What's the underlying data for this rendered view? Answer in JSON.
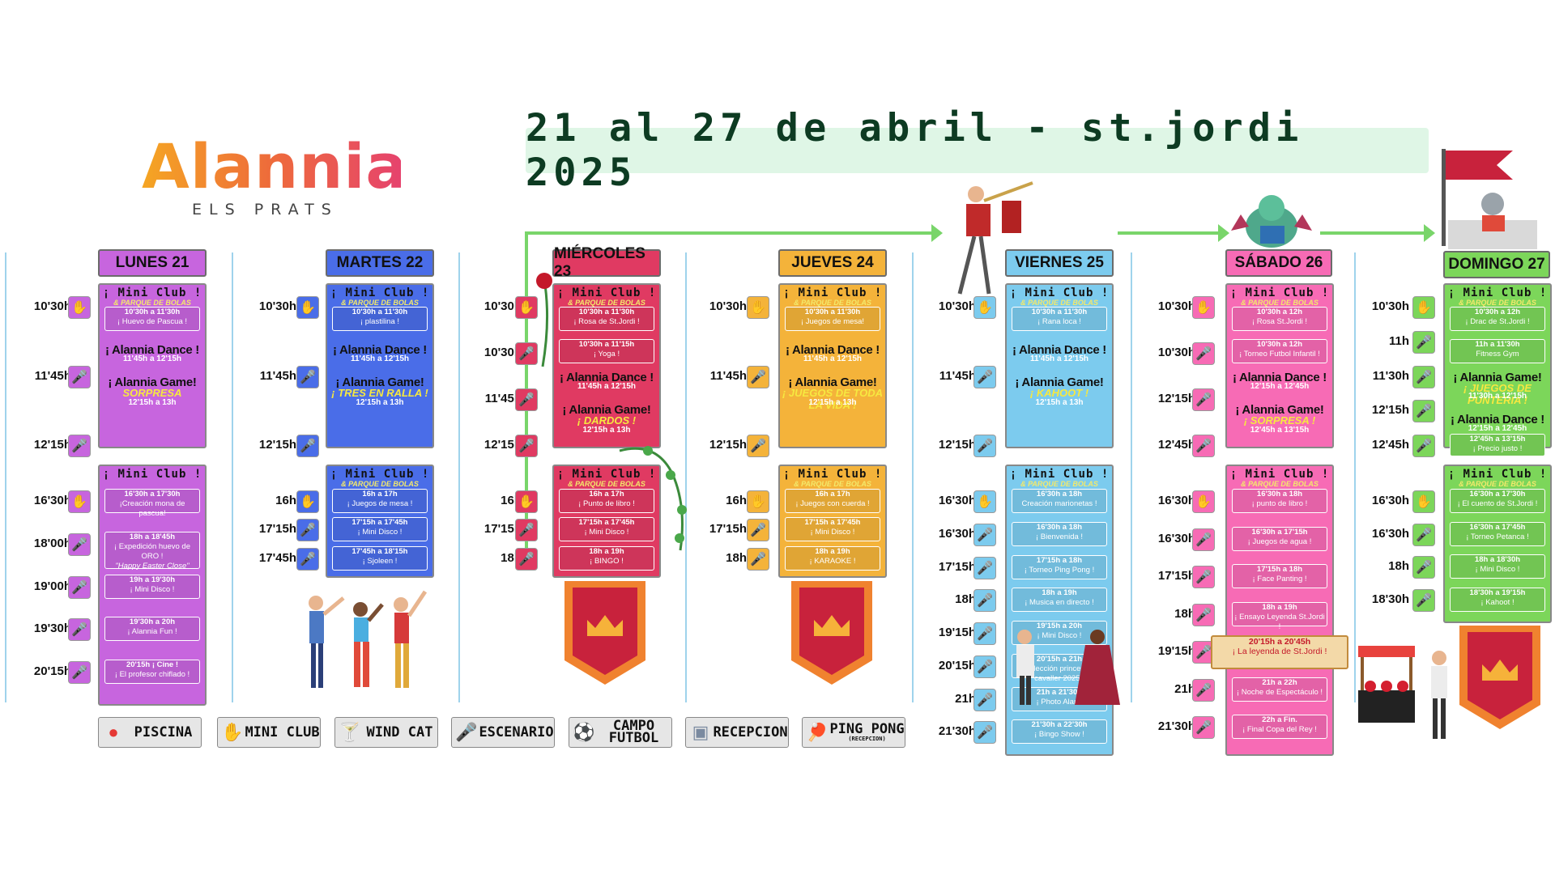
{
  "logo": {
    "name": "Alannia",
    "location": "ELS PRATS"
  },
  "title": "21 al 27 de abril - st.jordi 2025",
  "days": [
    {
      "label": "LUNES 21",
      "color": "#c765de",
      "block1": {
        "title": "¡ Mini Club !",
        "subtitle": "& PARQUE DE BOLAS",
        "slot": "10'30h a 11'30h",
        "activity": "¡ Huevo de Pascua !",
        "big1": "¡ Alannia Dance !",
        "big1_time": "11'45h a 12'15h",
        "big2": "¡ Alannia Game!",
        "big2_alt": "SORPRESA",
        "big2_time": "12'15h a 13h"
      },
      "times1": [
        "10'30h",
        "11'45h",
        "12'15h"
      ],
      "block2": {
        "title": "¡ Mini Club !",
        "events": [
          {
            "t": "16'30h a 17'30h",
            "a": "¡Creación mona de pascua!"
          },
          {
            "t": "18h a 18'45h",
            "a": "¡ Expedición huevo de ORO !",
            "a2": "\"Happy Easter Close\""
          },
          {
            "t": "19h a 19'30h",
            "a": "¡ Mini Disco !"
          },
          {
            "t": "19'30h a 20h",
            "a": "¡ Alannia Fun !"
          },
          {
            "t": "20'15h ¡ Cine !",
            "a": "¡ El profesor chiflado !"
          }
        ]
      },
      "times2": [
        "16'30h",
        "18'00h",
        "19'00h",
        "19'30h",
        "20'15h"
      ]
    },
    {
      "label": "MARTES 22",
      "color": "#4a6de8",
      "block1": {
        "title": "¡ Mini Club !",
        "subtitle": "& PARQUE DE BOLAS",
        "slot": "10'30h a 11'30h",
        "activity": "¡ plastilina !",
        "big1": "¡ Alannia Dance !",
        "big1_time": "11'45h a 12'15h",
        "big2": "¡ Alannia Game!",
        "big2_alt": "¡ TRES EN RALLA !",
        "big2_time": "12'15h a 13h"
      },
      "times1": [
        "10'30h",
        "11'45h",
        "12'15h"
      ],
      "block2": {
        "title": "¡ Mini Club !",
        "subtitle": "& PARQUE DE BOLAS",
        "events": [
          {
            "t": "16h a 17h",
            "a": "¡ Juegos de mesa !"
          },
          {
            "t": "17'15h a 17'45h",
            "a": "¡ Mini Disco !"
          },
          {
            "t": "17'45h a 18'15h",
            "a": "¡ Sjoleen !"
          }
        ]
      },
      "times2": [
        "16h",
        "17'15h",
        "17'45h"
      ]
    },
    {
      "label": "MIÉRCOLES 23",
      "color": "#e03a62",
      "block1": {
        "title": "¡ Mini Club !",
        "subtitle": "& PARQUE DE BOLAS",
        "slot": "10'30h a 11'30h",
        "activity": "¡ Rosa de St.Jordi !",
        "slot2": "10'30h a 11'15h",
        "activity2": "¡ Yoga !",
        "big1": "¡ Alannia Dance !",
        "big1_time": "11'45h a 12'15h",
        "big2": "¡ Alannia Game!",
        "big2_alt": "¡ DARDOS !",
        "big2_time": "12'15h a 13h"
      },
      "times1": [
        "10'30h",
        "10'30h",
        "11'45h",
        "12'15h"
      ],
      "block2": {
        "title": "¡ Mini Club !",
        "subtitle": "& PARQUE DE BOLAS",
        "events": [
          {
            "t": "16h a 17h",
            "a": "¡ Punto de libro !"
          },
          {
            "t": "17'15h a 17'45h",
            "a": "¡ Mini Disco !"
          },
          {
            "t": "18h a 19h",
            "a": "¡ BINGO !"
          }
        ]
      },
      "times2": [
        "16h",
        "17'15h",
        "18h"
      ]
    },
    {
      "label": "JUEVES 24",
      "color": "#f4b33a",
      "block1": {
        "title": "¡ Mini Club !",
        "subtitle": "& PARQUE DE BOLAS",
        "slot": "10'30h a 11'30h",
        "activity": "¡ Juegos de mesa!",
        "big1": "¡ Alannia Dance !",
        "big1_time": "11'45h a 12'15h",
        "big2": "¡ Alannia Game!",
        "big2_alt": "¡ JUEGOS DE TODA LA VIDA !",
        "big2_time": "12'15h a 13h"
      },
      "times1": [
        "10'30h",
        "11'45h",
        "12'15h"
      ],
      "block2": {
        "title": "¡ Mini Club !",
        "subtitle": "& PARQUE DE BOLAS",
        "events": [
          {
            "t": "16h a 17h",
            "a": "¡ Juegos con cuerda !"
          },
          {
            "t": "17'15h a 17'45h",
            "a": "¡ Mini Disco !"
          },
          {
            "t": "18h a 19h",
            "a": "¡ KARAOKE !"
          }
        ]
      },
      "times2": [
        "16h",
        "17'15h",
        "18h"
      ]
    },
    {
      "label": "VIERNES 25",
      "color": "#7ccbee",
      "block1": {
        "title": "¡ Mini Club !",
        "subtitle": "& PARQUE DE BOLAS",
        "slot": "10'30h a 11'30h",
        "activity": "¡ Rana loca !",
        "big1": "¡ Alannia Dance !",
        "big1_time": "11'45h a 12'15h",
        "big2": "¡ Alannia Game!",
        "big2_alt": "¡ KAHOOT !",
        "big2_time": "12'15h a 13h"
      },
      "times1": [
        "10'30h",
        "11'45h",
        "12'15h"
      ],
      "block2": {
        "title": "¡ Mini Club !",
        "subtitle": "& PARQUE DE BOLAS",
        "events": [
          {
            "t": "16'30h a 18h",
            "a": "Creación marionetas !"
          },
          {
            "t": "16'30h a 18h",
            "a": "¡ Bienvenida !"
          },
          {
            "t": "17'15h a 18h",
            "a": "¡ Torneo Ping Pong !"
          },
          {
            "t": "18h a 19h",
            "a": "¡ Musica en directo !"
          },
          {
            "t": "19'15h a 20h",
            "a": "¡ Mini Disco !"
          },
          {
            "t": "20'15h a 21h",
            "a": "¡ Elección princesa y cavaller 2025 !"
          },
          {
            "t": "21h a 21'30h",
            "a": "¡ Photo Alan !"
          },
          {
            "t": "21'30h a 22'30h",
            "a": "¡ Bingo Show !"
          }
        ]
      },
      "times2": [
        "16'30h",
        "16'30h",
        "17'15h",
        "18h",
        "19'15h",
        "20'15h",
        "21h",
        "21'30h"
      ]
    },
    {
      "label": "SÁBADO 26",
      "color": "#f76bb5",
      "block1": {
        "title": "¡ Mini Club !",
        "subtitle": "& PARQUE DE BOLAS",
        "slot": "10'30h a 12h",
        "activity": "¡ Rosa St.Jordi !",
        "slot2": "10'30h a 12h",
        "activity2": "¡ Torneo Futbol Infantil !",
        "big1": "¡ Alannia Dance !",
        "big1_time": "12'15h a 12'45h",
        "big2": "¡ Alannia Game!",
        "big2_alt": "¡ SORPRESA !",
        "big2_time": "12'45h a 13'15h"
      },
      "times1": [
        "10'30h",
        "10'30h",
        "12'15h",
        "12'45h"
      ],
      "block2": {
        "title": "¡ Mini Club !",
        "subtitle": "& PARQUE DE BOLAS",
        "events": [
          {
            "t": "16'30h a 18h",
            "a": "¡ punto de libro !"
          },
          {
            "t": "16'30h a 17'15h",
            "a": "¡ Juegos de agua !"
          },
          {
            "t": "17'15h a 18h",
            "a": "¡ Face Panting !"
          },
          {
            "t": "18h a 19h",
            "a": "¡ Ensayo Leyenda St.Jordi !"
          },
          {
            "t": "19'15h a 20h",
            "a": "¡ Mini Disco !"
          },
          {
            "t": "21h a 22h",
            "a": "¡ Noche de Espectáculo !"
          },
          {
            "t": "22h a Fin.",
            "a": "¡ Final Copa del Rey !"
          }
        ]
      },
      "legend_event": {
        "t": "20'15h a 20'45h",
        "a": "¡ La leyenda de St.Jordi !"
      },
      "times2": [
        "16'30h",
        "16'30h",
        "17'15h",
        "18h",
        "19'15h",
        "21h",
        "21'30h"
      ]
    },
    {
      "label": "DOMINGO 27",
      "color": "#7cd65a",
      "block1": {
        "title": "¡ Mini Club !",
        "subtitle": "& PARQUE DE BOLAS",
        "slot": "10'30h a 12h",
        "activity": "¡ Drac de St.Jordi !",
        "slot2": "11h a 11'30h",
        "activity2": "Fitness Gym",
        "big1": "¡ Alannia Game!",
        "big1_alt": "¡ JUEGOS DE PUNTERIA !",
        "big1_time": "11'30h a 12'15h",
        "big2": "¡ Alannia Dance !",
        "big2_time": "12'15h a 12'45h",
        "slot3": "12'45h a 13'15h",
        "activity3": "¡ Precio justo !"
      },
      "times1": [
        "10'30h",
        "11h",
        "11'30h",
        "12'15h",
        "12'45h"
      ],
      "block2": {
        "title": "¡ Mini Club !",
        "subtitle": "& PARQUE DE BOLAS",
        "events": [
          {
            "t": "16'30h a 17'30h",
            "a": "¡ El cuento de St.Jordi !"
          },
          {
            "t": "16'30h a 17'45h",
            "a": "¡ Torneo Petanca !"
          },
          {
            "t": "18h a 18'30h",
            "a": "¡ Mini Disco !"
          },
          {
            "t": "18'30h a 19'15h",
            "a": "¡ Kahoot !"
          }
        ]
      },
      "times2": [
        "16'30h",
        "16'30h",
        "18h",
        "18'30h"
      ]
    }
  ],
  "legend": [
    {
      "label": "PISCINA",
      "icon": "beach-ball-icon"
    },
    {
      "label": "MINI CLUB",
      "icon": "hand-icon"
    },
    {
      "label": "WIND CAT",
      "icon": "cocktail-icon"
    },
    {
      "label": "ESCENARIO",
      "icon": "microphone-icon"
    },
    {
      "label": "CAMPO FUTBOL",
      "icon": "football-icon"
    },
    {
      "label": "RECEPCION",
      "icon": "reception-icon"
    },
    {
      "label": "PING PONG",
      "sub": "(RECEPCION)",
      "icon": "ping-pong-icon"
    }
  ]
}
